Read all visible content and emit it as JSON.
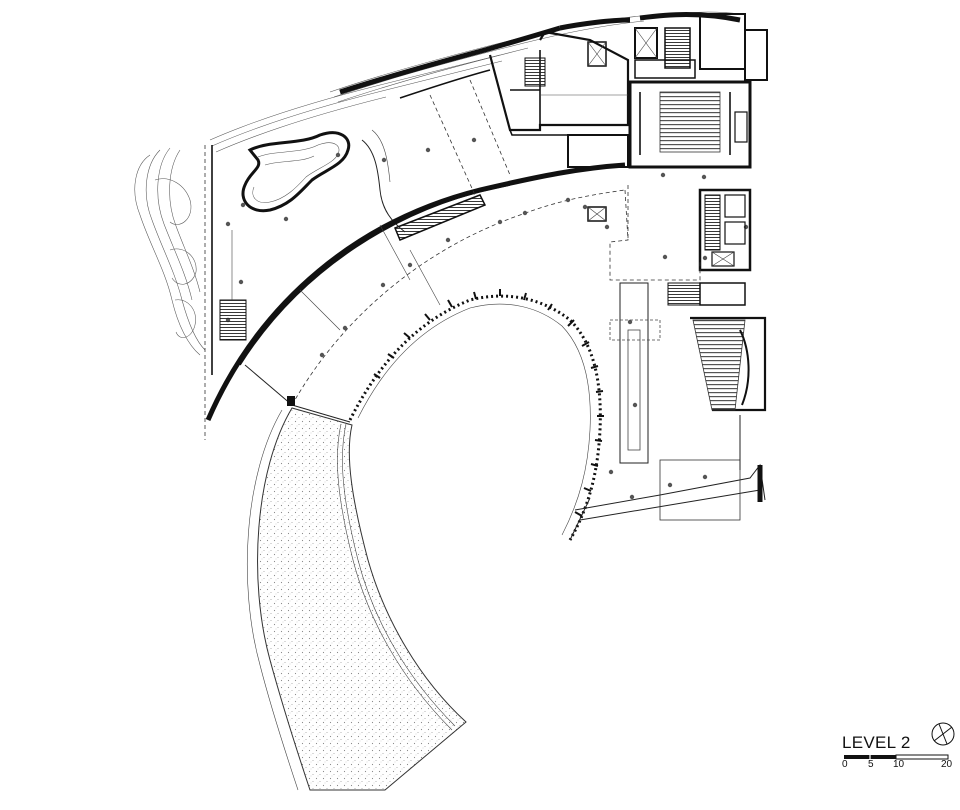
{
  "title_block": {
    "level": "LEVEL 2",
    "scale_ticks": [
      "0",
      "5",
      "10",
      "20"
    ]
  },
  "symbols": {
    "north_arrow": "north-arrow-icon"
  },
  "colors": {
    "linework": "#111111",
    "paving_hatch": "#9a9a9a",
    "background": "#ffffff"
  }
}
